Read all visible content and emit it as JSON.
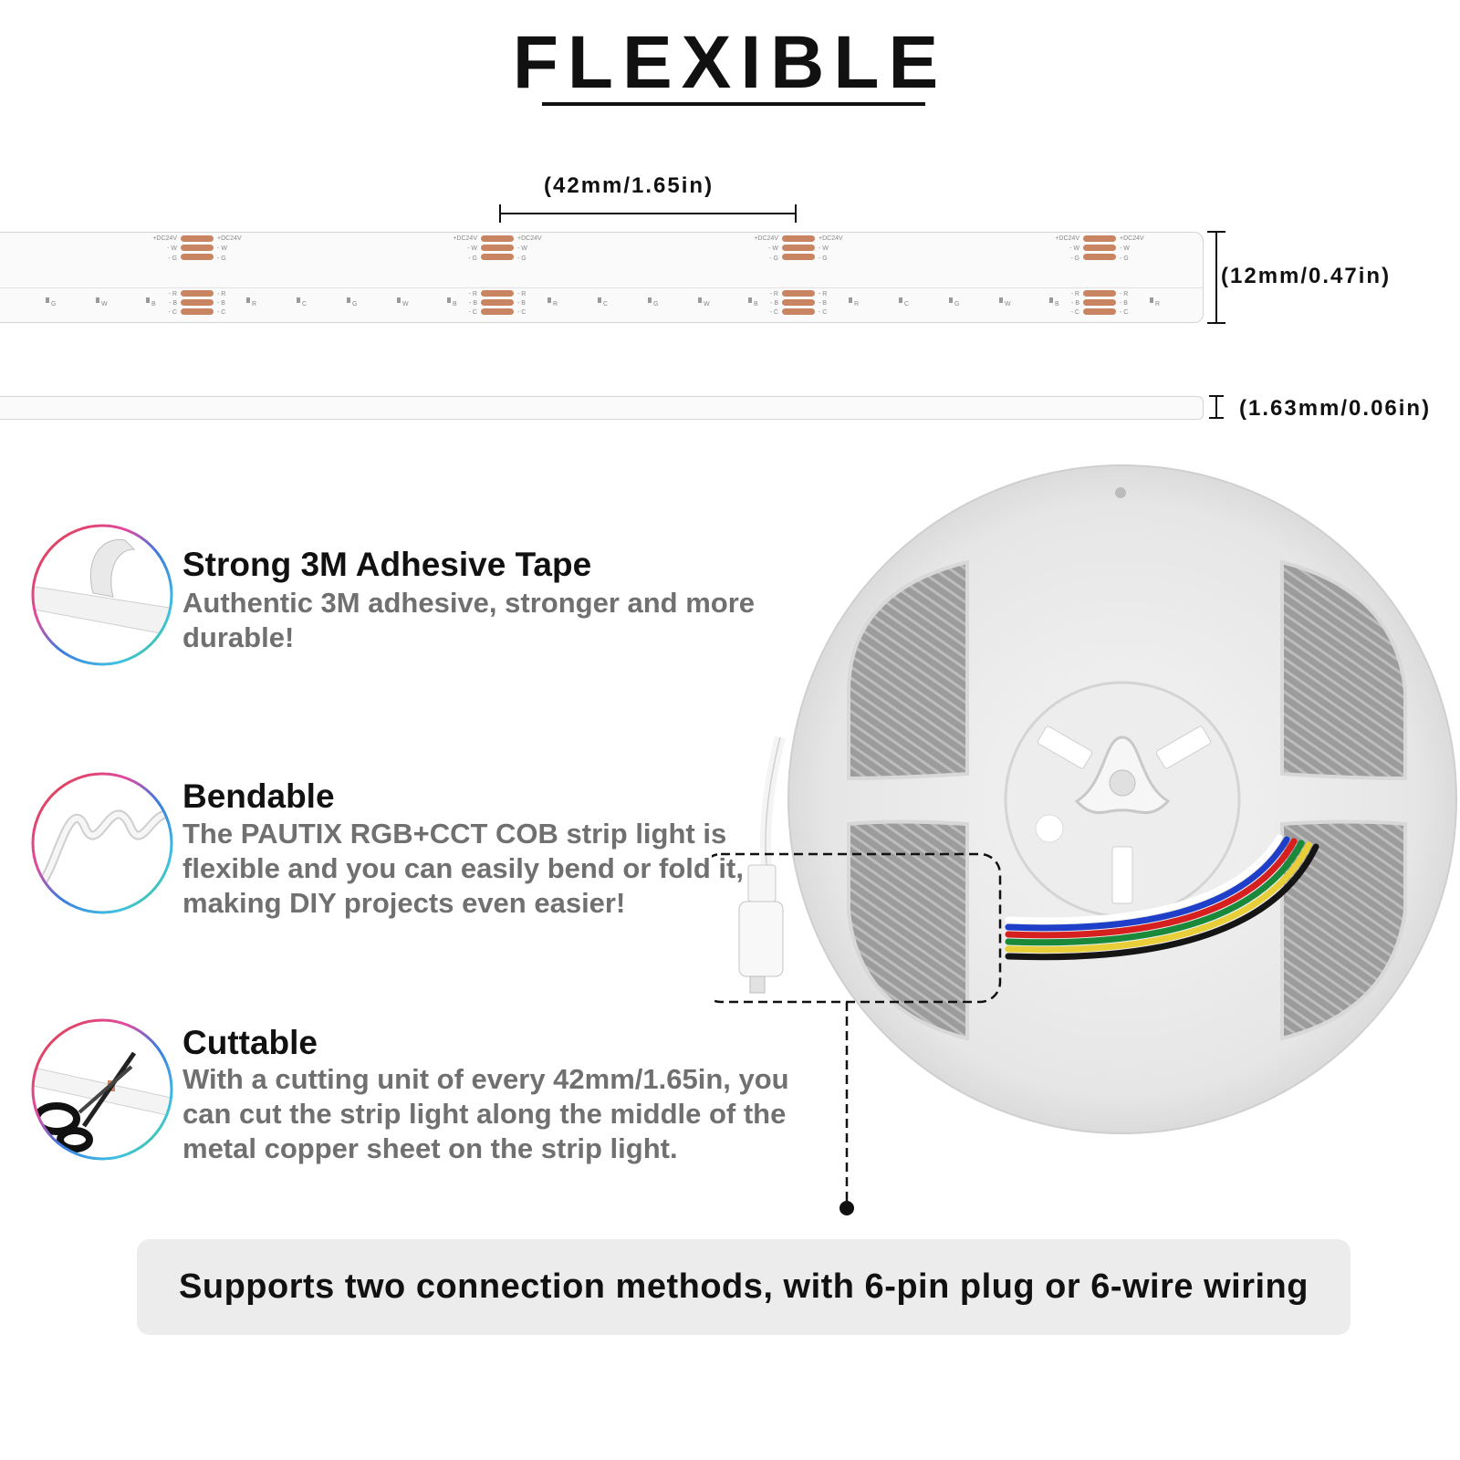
{
  "title": "FLEXIBLE",
  "dimensions": {
    "cut_spacing": "(42mm/1.65in)",
    "width": "(12mm/0.47in)",
    "thickness": "(1.63mm/0.06in)"
  },
  "pad_labels": {
    "voltage": "+DC24V",
    "w": "W",
    "g": "G",
    "r": "R",
    "b": "B",
    "c": "C"
  },
  "features": [
    {
      "title": "Strong 3M Adhesive Tape",
      "description": "Authentic 3M adhesive, stronger and more durable!",
      "icon": "adhesive-tape-peel"
    },
    {
      "title": "Bendable",
      "description": "The PAUTIX RGB+CCT COB strip light is flexible and you can easily bend or fold it, making DIY projects even easier!",
      "icon": "bent-strip"
    },
    {
      "title": "Cuttable",
      "description": "With a cutting unit of every 42mm/1.65in, you can cut the strip light along the middle of the metal copper sheet on the strip light.",
      "icon": "scissors-cutting-strip"
    }
  ],
  "banner": "Supports two connection methods, with 6-pin plug or 6-wire wiring",
  "colors": {
    "copper": "#c98462",
    "wire_white": "#ffffff",
    "wire_blue": "#1f3fc9",
    "wire_red": "#d62020",
    "wire_green": "#1a8a3a",
    "wire_yellow": "#e8cf3a",
    "wire_black": "#151515",
    "banner_bg": "#ececec"
  }
}
